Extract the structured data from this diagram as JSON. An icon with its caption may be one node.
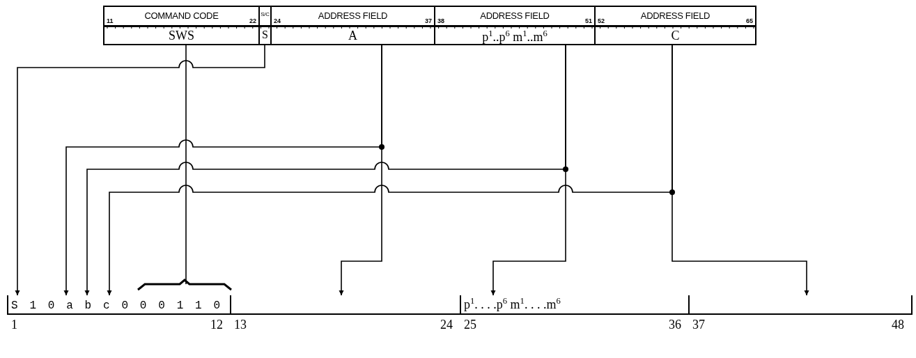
{
  "diagram": {
    "nodes": [
      {
        "text": [
          "11",
          "COMMAND CODE",
          "22",
          "SWS"
        ]
      },
      {
        "text": [
          "S/C",
          "S"
        ]
      },
      {
        "text": [
          "24",
          "ADDRESS FIELD",
          "37",
          "A"
        ]
      },
      {
        "text": [
          "38",
          "ADDRESS FIELD",
          "51",
          "p$^{1}$..p$^{6}$ m$^{1}$..m$^{6}$"
        ]
      },
      {
        "text": [
          "52",
          "ADDRESS FIELD",
          "65",
          "C"
        ]
      },
      {
        "text": [
          "S 1 0 a b c 0 0 0 1 1 0"
        ],
        "beside": [
          "1",
          "12"
        ]
      },
      {
        "text": [],
        "shape": "box",
        "beside": [
          "13",
          "24"
        ]
      },
      {
        "text": [
          "p$^{1}$. . . .p$^{6}$ m$^{1}$. . . .m$^{6}$"
        ],
        "beside": [
          "25",
          "36"
        ]
      },
      {
        "text": [],
        "shape": "box",
        "beside": [
          "37",
          "48"
        ]
      },
      {
        "text": [],
        "shape": "bracket"
      }
    ],
    "edges": [
      {
        "from": 1,
        "to": 5,
        "arrow": "to"
      },
      {
        "from": 2,
        "to": 5,
        "arrow": "to"
      },
      {
        "from": 3,
        "to": 5,
        "arrow": "to"
      },
      {
        "from": 4,
        "to": 5,
        "arrow": "to"
      },
      {
        "from": 0,
        "to": 9,
        "arrow": "none"
      },
      {
        "from": 2,
        "to": 6,
        "arrow": "to"
      },
      {
        "from": 3,
        "to": 7,
        "arrow": "to"
      },
      {
        "from": 4,
        "to": 8,
        "arrow": "to"
      }
    ]
  }
}
